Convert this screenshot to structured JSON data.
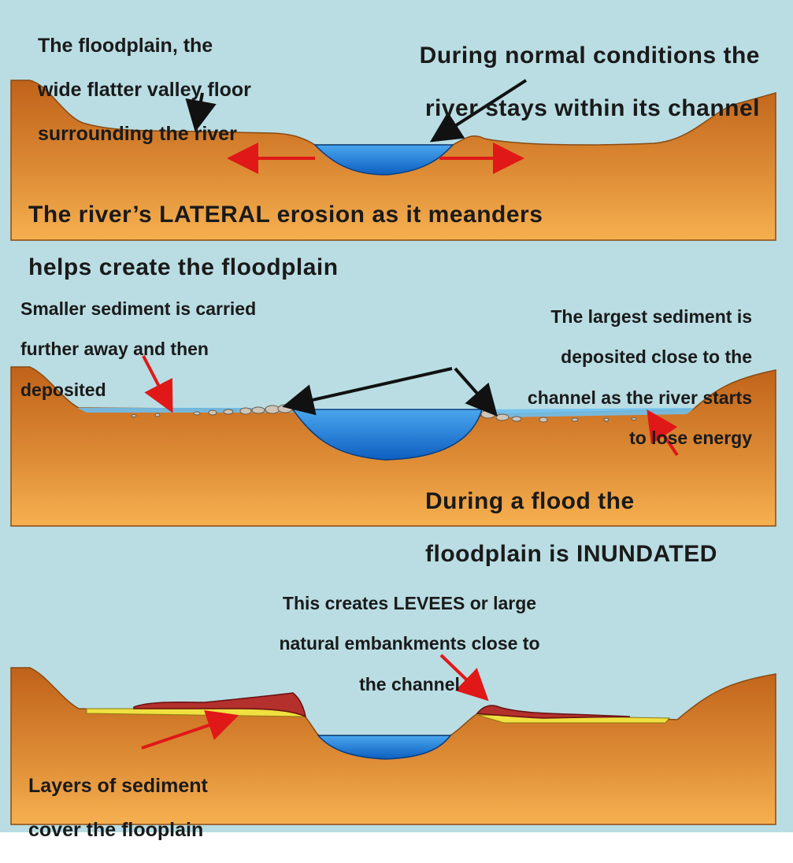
{
  "panels": [
    {
      "labels": {
        "floodplain": [
          "The floodplain, the",
          "wide flatter valley floor",
          "surrounding the river"
        ],
        "normal": [
          "During normal conditions the",
          "river stays within its channel"
        ],
        "lateral": [
          "The river’s LATERAL erosion as it meanders",
          "helps create the floodplain"
        ]
      }
    },
    {
      "labels": {
        "smaller": [
          "Smaller sediment is carried",
          "further away and then",
          "deposited"
        ],
        "largest": [
          "The largest sediment is",
          "deposited close to the",
          "channel as the river starts",
          "to lose energy"
        ],
        "flood": [
          "During a flood the",
          "floodplain is INUNDATED"
        ]
      }
    },
    {
      "labels": {
        "levees": [
          "This creates LEVEES or large",
          "natural embankments close to",
          "the channel"
        ],
        "layers": [
          "Layers of sediment",
          "cover the flooplain"
        ]
      }
    }
  ],
  "colors": {
    "background": "#b9dde3",
    "ground_top": "#c46a18",
    "ground_bottom": "#f4a848",
    "water": "#1f7fd6",
    "flood_water": "#6ec0ee",
    "levee": "#b3302c",
    "sediment_yellow": "#f0e040",
    "arrow_red": "#e01818",
    "arrow_black": "#111111"
  }
}
